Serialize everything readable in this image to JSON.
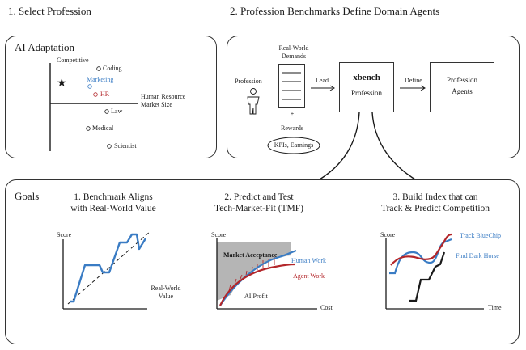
{
  "section1": {
    "title": "1. Select Profession",
    "panel_title": "AI Adaptation",
    "y_axis_label": "Competitive",
    "x_axis_label_1": "Human Resource",
    "x_axis_label_2": "Market Size",
    "professions": {
      "coding": "Coding",
      "marketing": "Marketing",
      "hr": "HR",
      "law": "Law",
      "medical": "Medical",
      "scientist": "Scientist"
    },
    "star_glyph": "★"
  },
  "section2": {
    "title": "2. Profession Benchmarks Define Domain Agents",
    "profession_label": "Profession",
    "demands_1": "Real-World",
    "demands_2": "Demands",
    "plus": "+",
    "rewards_label": "Rewards",
    "kpis_label": "KPIs, Earnings",
    "lead_label": "Lead",
    "xbench_title": "xbench",
    "xbench_sub": "Profession",
    "define_label": "Define",
    "agents_1": "Profession",
    "agents_2": "Agents"
  },
  "goals": {
    "panel_title": "Goals",
    "goal1": {
      "title_1": "1. Benchmark Aligns",
      "title_2": "with Real-World Value",
      "y_label": "Score",
      "x_label_1": "Real-World",
      "x_label_2": "Value"
    },
    "goal2": {
      "title_1": "2. Predict and Test",
      "title_2": "Tech-Market-Fit (TMF)",
      "y_label": "Score",
      "x_label": "Cost",
      "market_acceptance": "Market Acceptance",
      "human_work": "Human Work",
      "agent_work": "Agent Work",
      "ai_profit": "AI Profit"
    },
    "goal3": {
      "title_1": "3. Build Index that can",
      "title_2": "Track & Predict Competition",
      "y_label": "Score",
      "x_label": "Time",
      "track_bluechip": "Track BlueChip",
      "find_dark_horse": "Find Dark Horse"
    }
  },
  "colors": {
    "blue": "#3a7cc4",
    "red": "#b3262a",
    "ink": "#1a1a1a",
    "gray_fill": "#b5b5b5"
  }
}
